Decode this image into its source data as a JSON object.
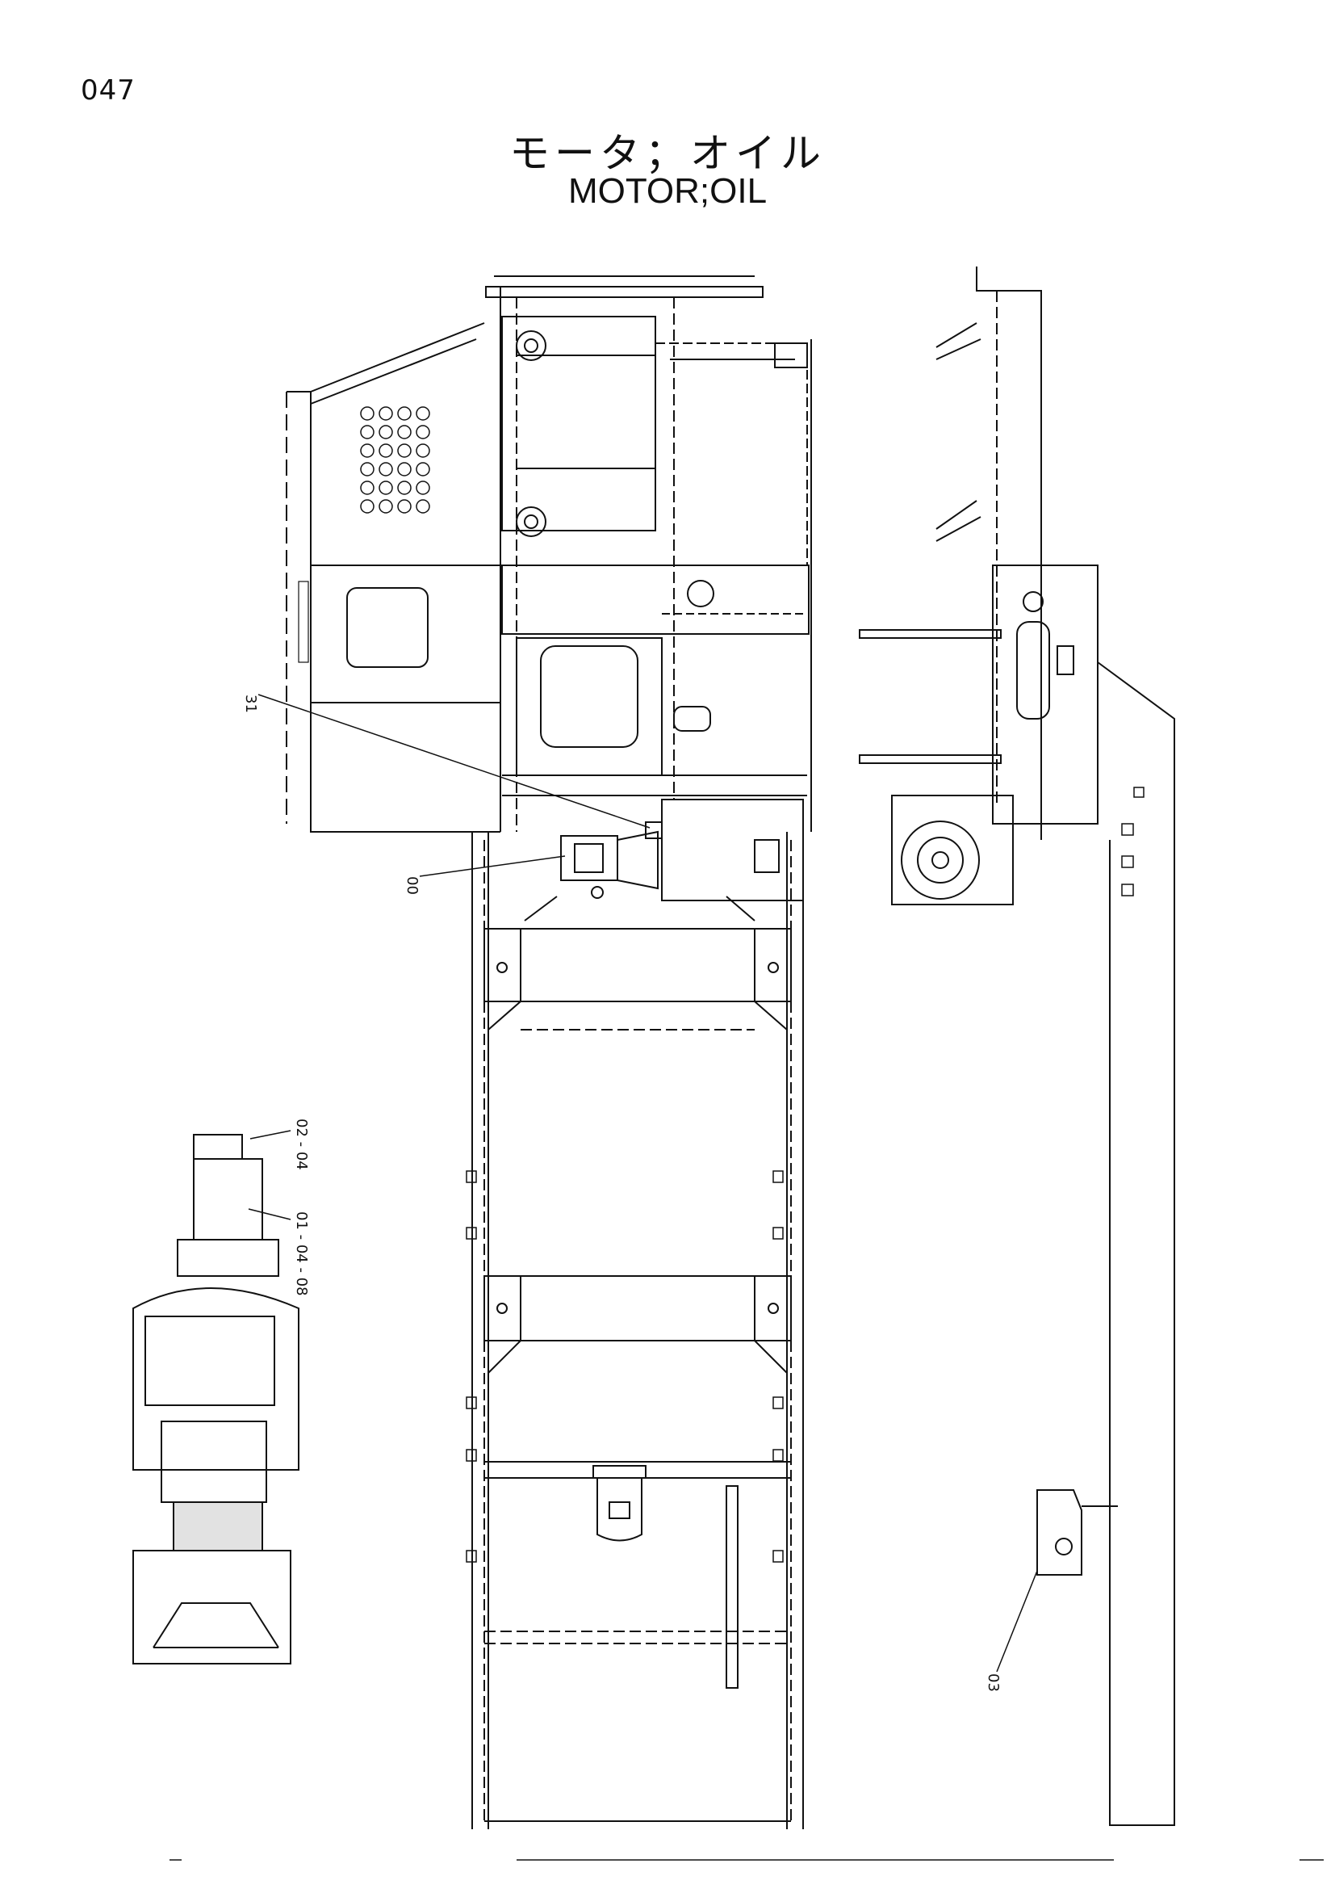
{
  "page_number": "047",
  "title": {
    "japanese": "モータ；オイル",
    "english": "MOTOR;OIL"
  },
  "callouts": {
    "c31": "31",
    "c00": "00",
    "c02": "02 - 04",
    "c01": "01 - 04 - 08",
    "c03": "03"
  }
}
